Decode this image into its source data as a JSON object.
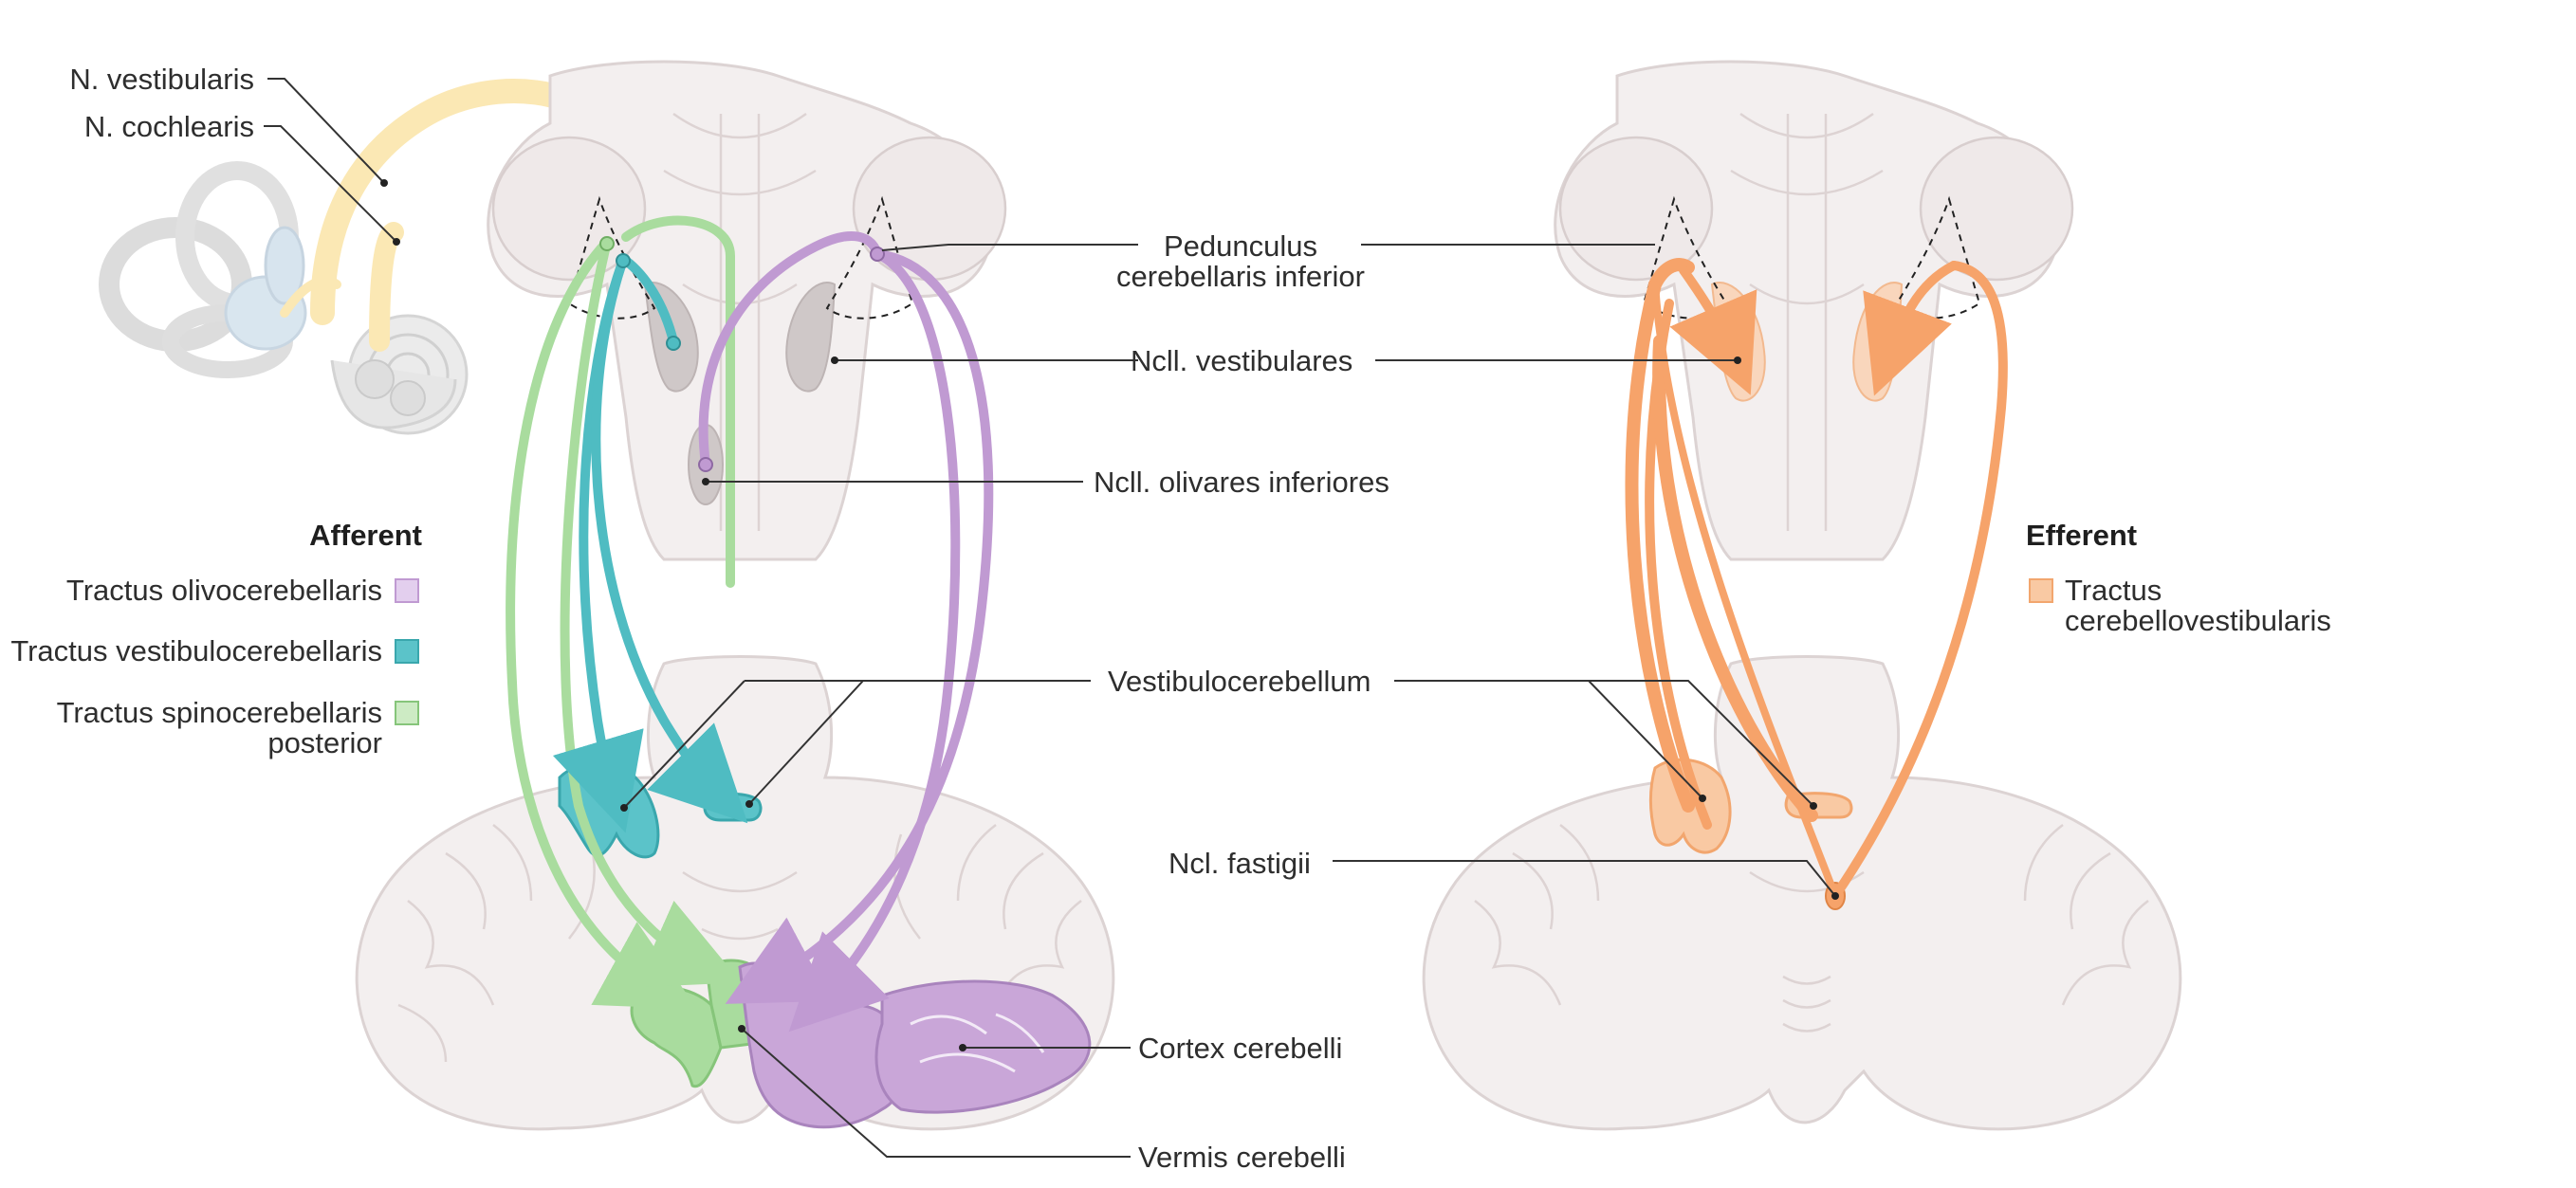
{
  "labels": {
    "n_vestibularis": "N. vestibularis",
    "n_cochlearis": "N. cochlearis",
    "pedunculus_line1": "Pedunculus",
    "pedunculus_line2": "cerebellaris inferior",
    "ncll_vestibulares": "Ncll. vestibulares",
    "ncll_olivares": "Ncll. olivares inferiores",
    "vestibulocerebellum": "Vestibulocerebellum",
    "ncl_fastigii": "Ncl. fastigii",
    "cortex_cerebelli": "Cortex cerebelli",
    "vermis_cerebelli": "Vermis cerebelli"
  },
  "afferent": {
    "heading": "Afferent",
    "items": [
      {
        "label": "Tractus olivocerebellaris",
        "color": "#c9a6d8"
      },
      {
        "label": "Tractus vestibulocerebellaris",
        "color": "#5bc3c9"
      },
      {
        "label_line1": "Tractus spinocerebellaris",
        "label_line2": "posterior",
        "color": "#a8dc9c"
      }
    ]
  },
  "efferent": {
    "heading": "Efferent",
    "items": [
      {
        "label_line1": "Tractus",
        "label_line2": "cerebellovestibularis",
        "color": "#f7b98c"
      }
    ]
  },
  "colors": {
    "olivo": "#c09ad2",
    "vestibulo": "#4fbcc2",
    "spino": "#a9dc9e",
    "cerebellovestibular": "#f6a36a",
    "cochlear_nerve": "#fbe8b4",
    "tissue": "#f3efef"
  }
}
